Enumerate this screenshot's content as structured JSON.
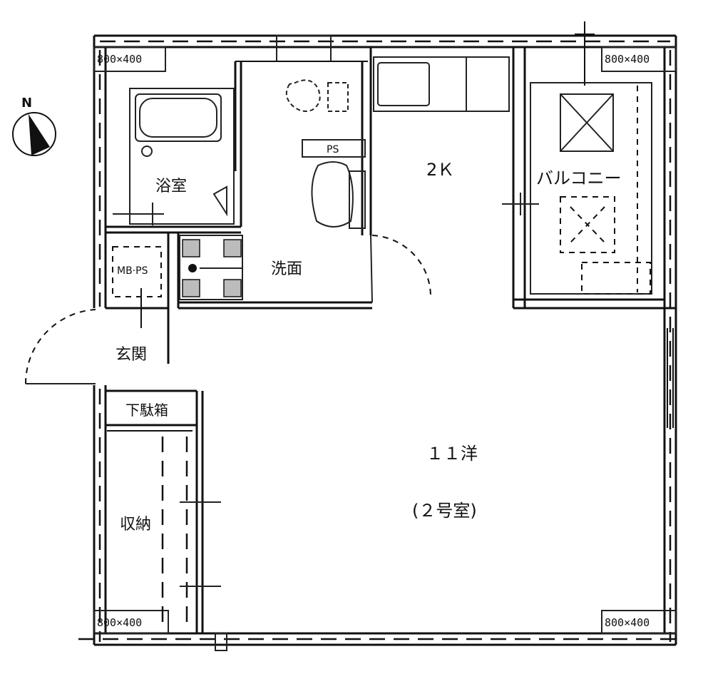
{
  "rooms": {
    "bath": "浴室",
    "washroom": "洗面",
    "kitchen": "2Ｋ",
    "balcony": "バルコニー",
    "western": "１１洋",
    "unit": "(２号室)",
    "entrance": "玄関",
    "shoe_box": "下駄箱",
    "storage": "収納",
    "mb_ps": "MB·PS",
    "ps": "PS"
  },
  "columns": {
    "top_left": "800×400",
    "top_right": "800×400",
    "bottom_left": "800×400",
    "bottom_right": "800×400"
  },
  "north": "N"
}
